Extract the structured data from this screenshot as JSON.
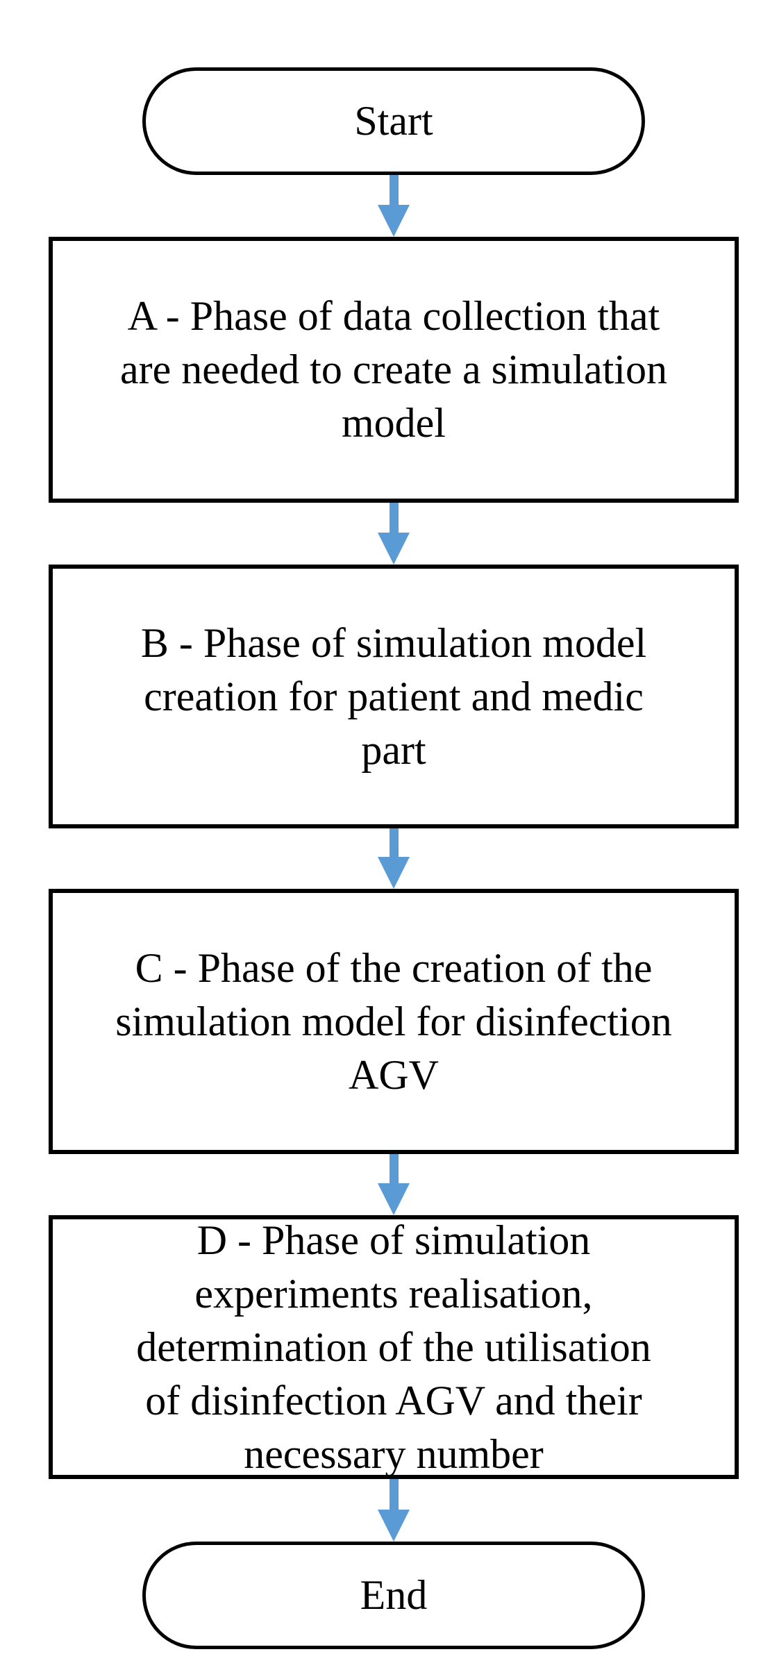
{
  "flowchart": {
    "arrow_color": "#5B9BD5",
    "outline_color": "#000000",
    "background_color": "#FFFFFF",
    "nodes": [
      {
        "id": "start",
        "type": "terminator",
        "label": "Start"
      },
      {
        "id": "phase-a",
        "type": "process",
        "label": "A - Phase of data collection that\nare needed to create a simulation\nmodel"
      },
      {
        "id": "phase-b",
        "type": "process",
        "label": "B - Phase of simulation model\ncreation for patient and medic\npart"
      },
      {
        "id": "phase-c",
        "type": "process",
        "label": "C - Phase of the creation of the\nsimulation model for disinfection\nAGV"
      },
      {
        "id": "phase-d",
        "type": "process",
        "label": "D - Phase of simulation\nexperiments realisation,\ndetermination of the utilisation\nof disinfection AGV and their\nnecessary number"
      },
      {
        "id": "end",
        "type": "terminator",
        "label": "End"
      }
    ],
    "edges": [
      {
        "from": "start",
        "to": "phase-a"
      },
      {
        "from": "phase-a",
        "to": "phase-b"
      },
      {
        "from": "phase-b",
        "to": "phase-c"
      },
      {
        "from": "phase-c",
        "to": "phase-d"
      },
      {
        "from": "phase-d",
        "to": "end"
      }
    ]
  }
}
